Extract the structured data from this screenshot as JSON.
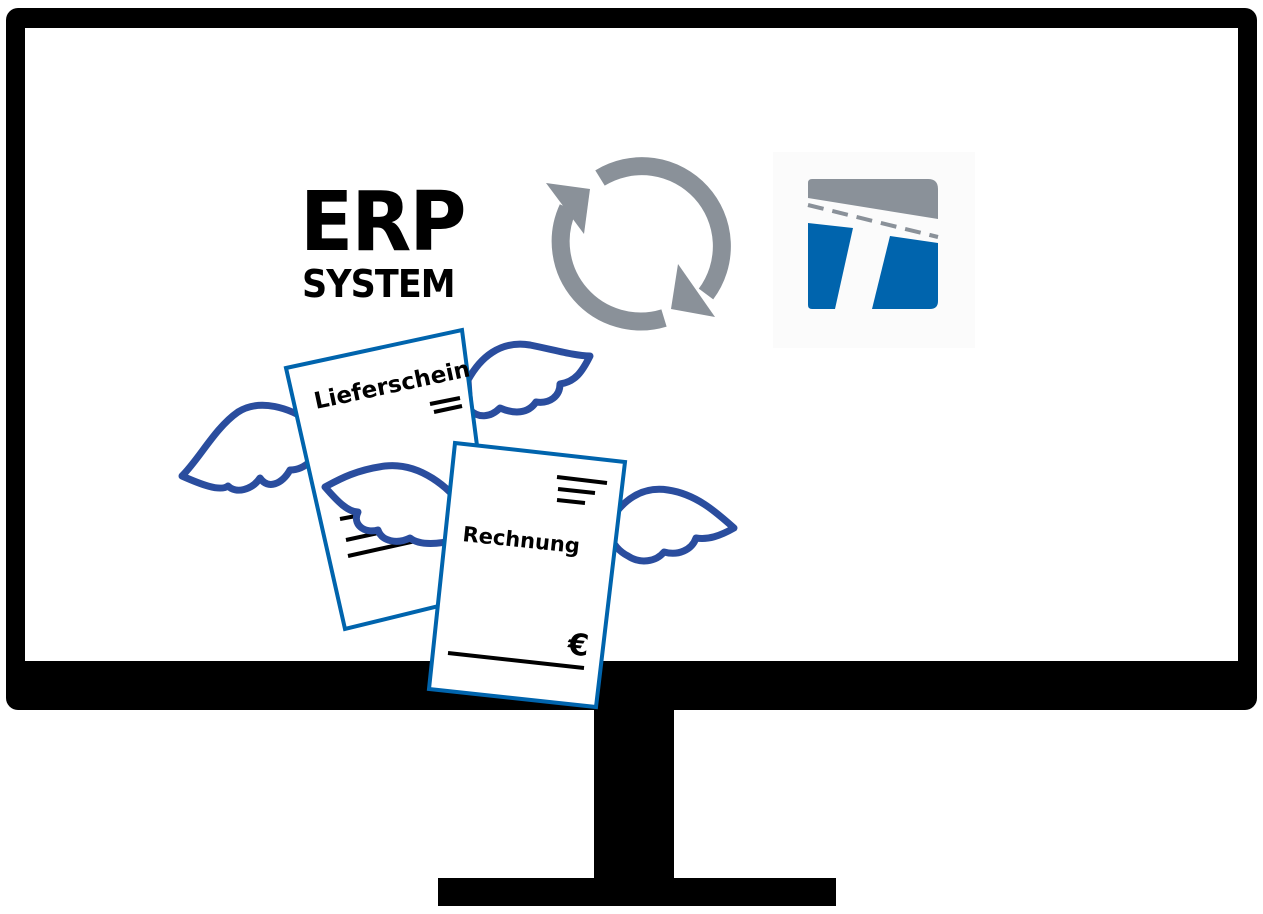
{
  "erp": {
    "title": "ERP",
    "subtitle": "SYSTEM"
  },
  "documents": {
    "delivery_note": "Lieferschein",
    "invoice": "Rechnung",
    "currency_symbol": "€"
  },
  "colors": {
    "frame": "#000000",
    "screen": "#ffffff",
    "sync_arrows": "#8a9199",
    "logo_gray": "#8a9199",
    "logo_blue": "#0064ad",
    "doc_border": "#0064ad",
    "wing_stroke": "#2a4d9e"
  },
  "icons": {
    "sync": "sync-arrows-icon",
    "brand": "brand-logo-icon",
    "wings": "wing-icon"
  }
}
